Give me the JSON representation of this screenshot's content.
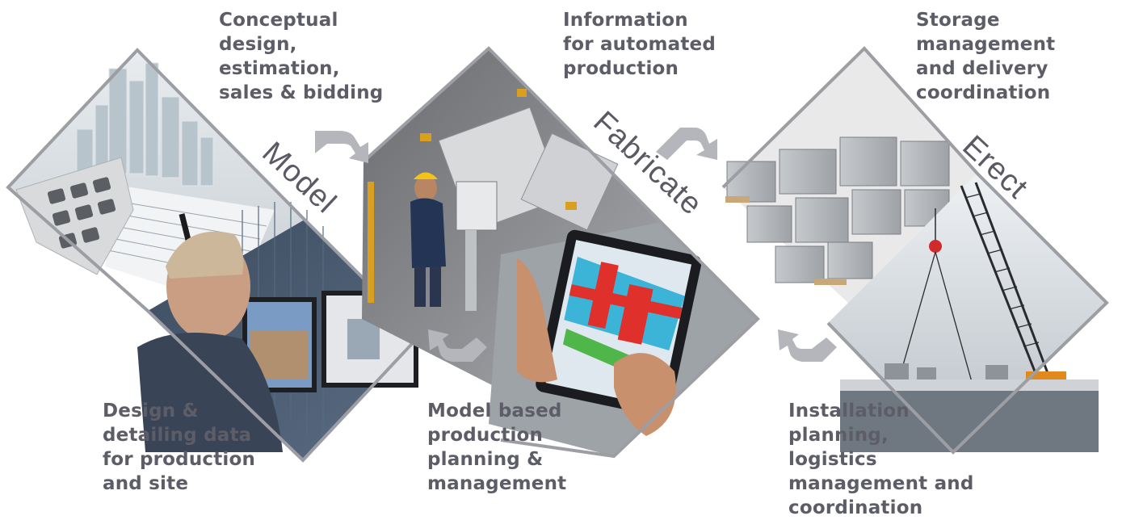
{
  "colors": {
    "caption": "#5d5d68",
    "arrow": "#b4b6bb",
    "diamond_border": "#9c9ea4"
  },
  "stages": [
    {
      "label": "Model",
      "top_caption": "Conceptual\ndesign,\nestimation,\nsales & bidding",
      "bottom_caption": "Design &\ndetailing data\nfor production\nand site"
    },
    {
      "label": "Fabricate",
      "top_caption": "Information\nfor automated\nproduction",
      "bottom_caption": "Model based\nproduction\nplanning &\nmanagement"
    },
    {
      "label": "Erect",
      "top_caption": "Storage\nmanagement\nand delivery\ncoordination",
      "bottom_caption": "Installation\nplanning,\nlogistics\nmanagement and\ncoordination"
    }
  ],
  "images": [
    {
      "icon": "city-model-calculator-photo"
    },
    {
      "icon": "engineer-monitor-photo"
    },
    {
      "icon": "fabrication-machine-photo"
    },
    {
      "icon": "tablet-3d-model-photo"
    },
    {
      "icon": "steel-beams-storage-photo"
    },
    {
      "icon": "crane-bridge-site-photo"
    }
  ],
  "arrows": [
    {
      "icon": "curved-arrow-forward-icon"
    },
    {
      "icon": "curved-arrow-forward-icon"
    },
    {
      "icon": "curved-arrow-back-icon"
    },
    {
      "icon": "curved-arrow-back-icon"
    }
  ]
}
